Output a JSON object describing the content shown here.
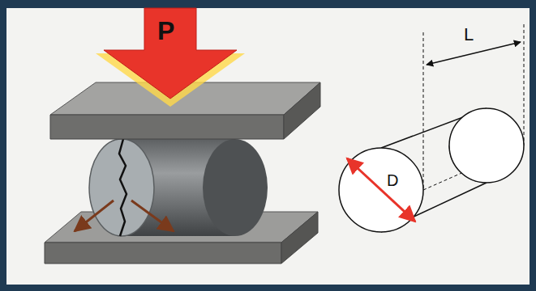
{
  "diagram": {
    "labels": [
      "P",
      "L",
      "D"
    ]
  }
}
